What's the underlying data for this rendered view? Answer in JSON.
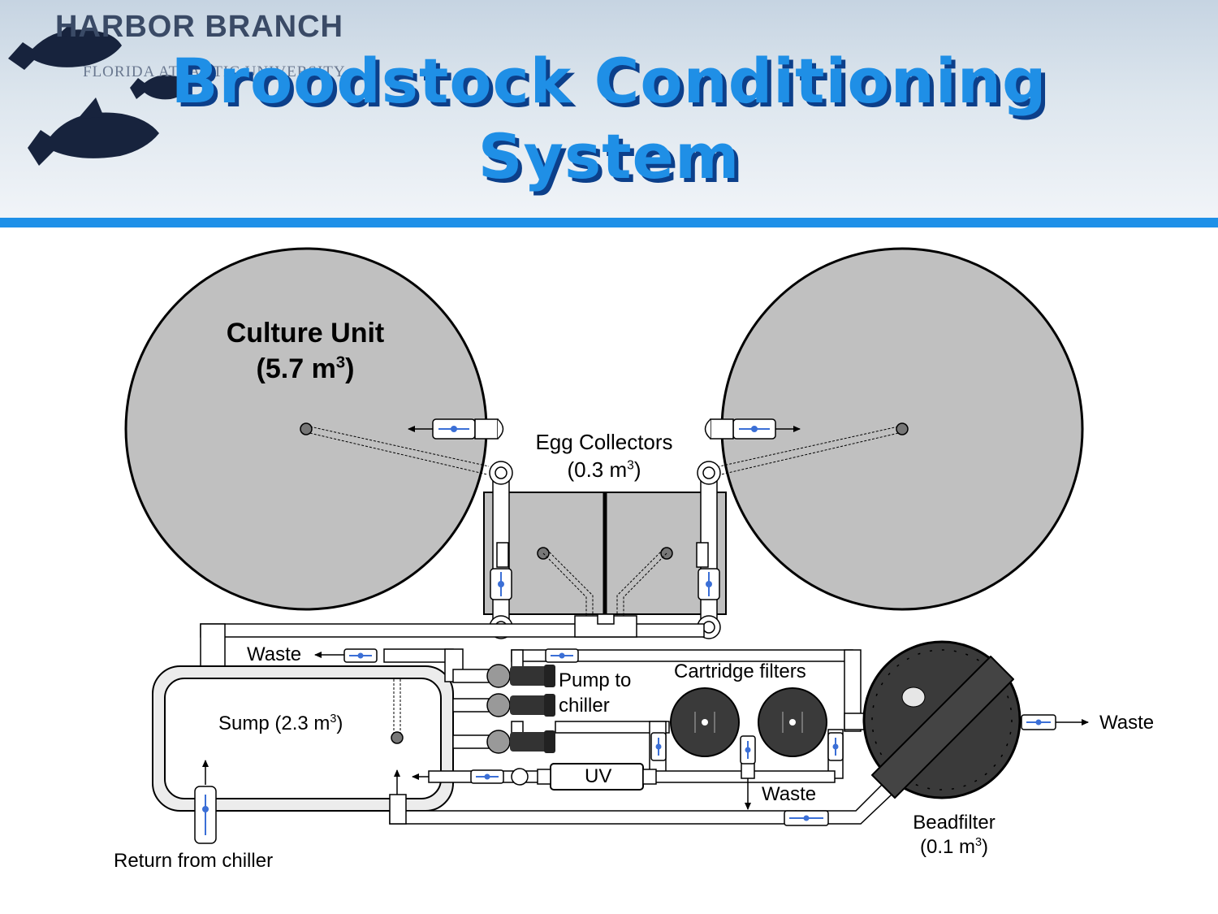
{
  "logo": {
    "name": "HARBOR BRANCH",
    "subtitle": "FLORIDA ATLANTIC UNIVERSITY"
  },
  "title": {
    "line1": "Broodstock Conditioning",
    "line2": "System"
  },
  "labels": {
    "culture_unit": "Culture Unit",
    "culture_volume": "(5.7 m",
    "egg_collectors": "Egg Collectors",
    "egg_volume": "(0.3 m",
    "waste_left": "Waste",
    "pump_line1": "Pump to",
    "pump_line2": "chiller",
    "cartridge_filters": "Cartridge filters",
    "sump": "Sump (2.3 m",
    "uv": "UV",
    "waste_filters": "Waste",
    "waste_right": "Waste",
    "beadfilter": "Beadfilter",
    "bead_volume": "(0.1 m",
    "return_from_chiller": "Return from chiller",
    "cubed": "3",
    "close_paren": ")"
  },
  "colors": {
    "title_blue": "#1f8fe6",
    "title_shadow": "#0c3f8a",
    "header_bar": "#1e90e8",
    "tank_fill": "#c0c0c0",
    "pipe_fill": "#ffffff",
    "valve_blue": "#3b6fd6",
    "dark_component": "#333333",
    "fish": "#17233d"
  }
}
